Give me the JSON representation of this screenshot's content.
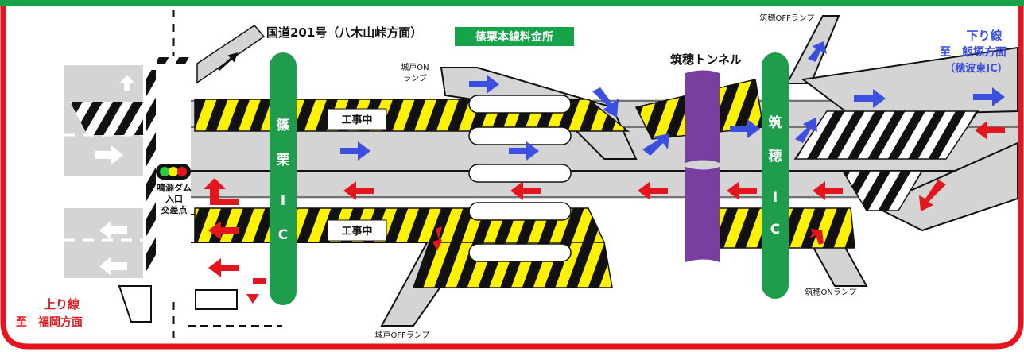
{
  "title": "篠栗本線料金所",
  "route_label": "国道201号（八木山峠方面）",
  "inbound": {
    "direction": "下り線",
    "to": "至　飯塚方面",
    "via": "（穂波東IC）"
  },
  "outbound": {
    "direction": "上り線",
    "to": "至　福岡方面"
  },
  "ramps": {
    "jodo_on": [
      "城戸ON",
      "ランプ"
    ],
    "jodo_off": "城戸OFFランプ",
    "chikuho_off": "筑穂OFFランプ",
    "chikuho_on": "筑穂ONランプ"
  },
  "interchanges": {
    "sasaguri": [
      "篠",
      "栗",
      "I",
      "C"
    ],
    "chikuho": [
      "筑",
      "穂",
      "I",
      "C"
    ]
  },
  "tunnel": "筑穂トンネル",
  "intersection": [
    "鳴淵ダム",
    "入口",
    "交差点"
  ],
  "construction": [
    "工事中",
    "工事中"
  ],
  "colors": {
    "frame_border": "#e3161e",
    "top_band": "#16a34a",
    "ic_pill": "#1f9d4d",
    "tunnel": "#7a3ea0",
    "road": "#d4d4d4",
    "hatch_yellow": "#fff200",
    "inbound_arrow": "#3b4fe0",
    "outbound_arrow": "#e3161e"
  }
}
